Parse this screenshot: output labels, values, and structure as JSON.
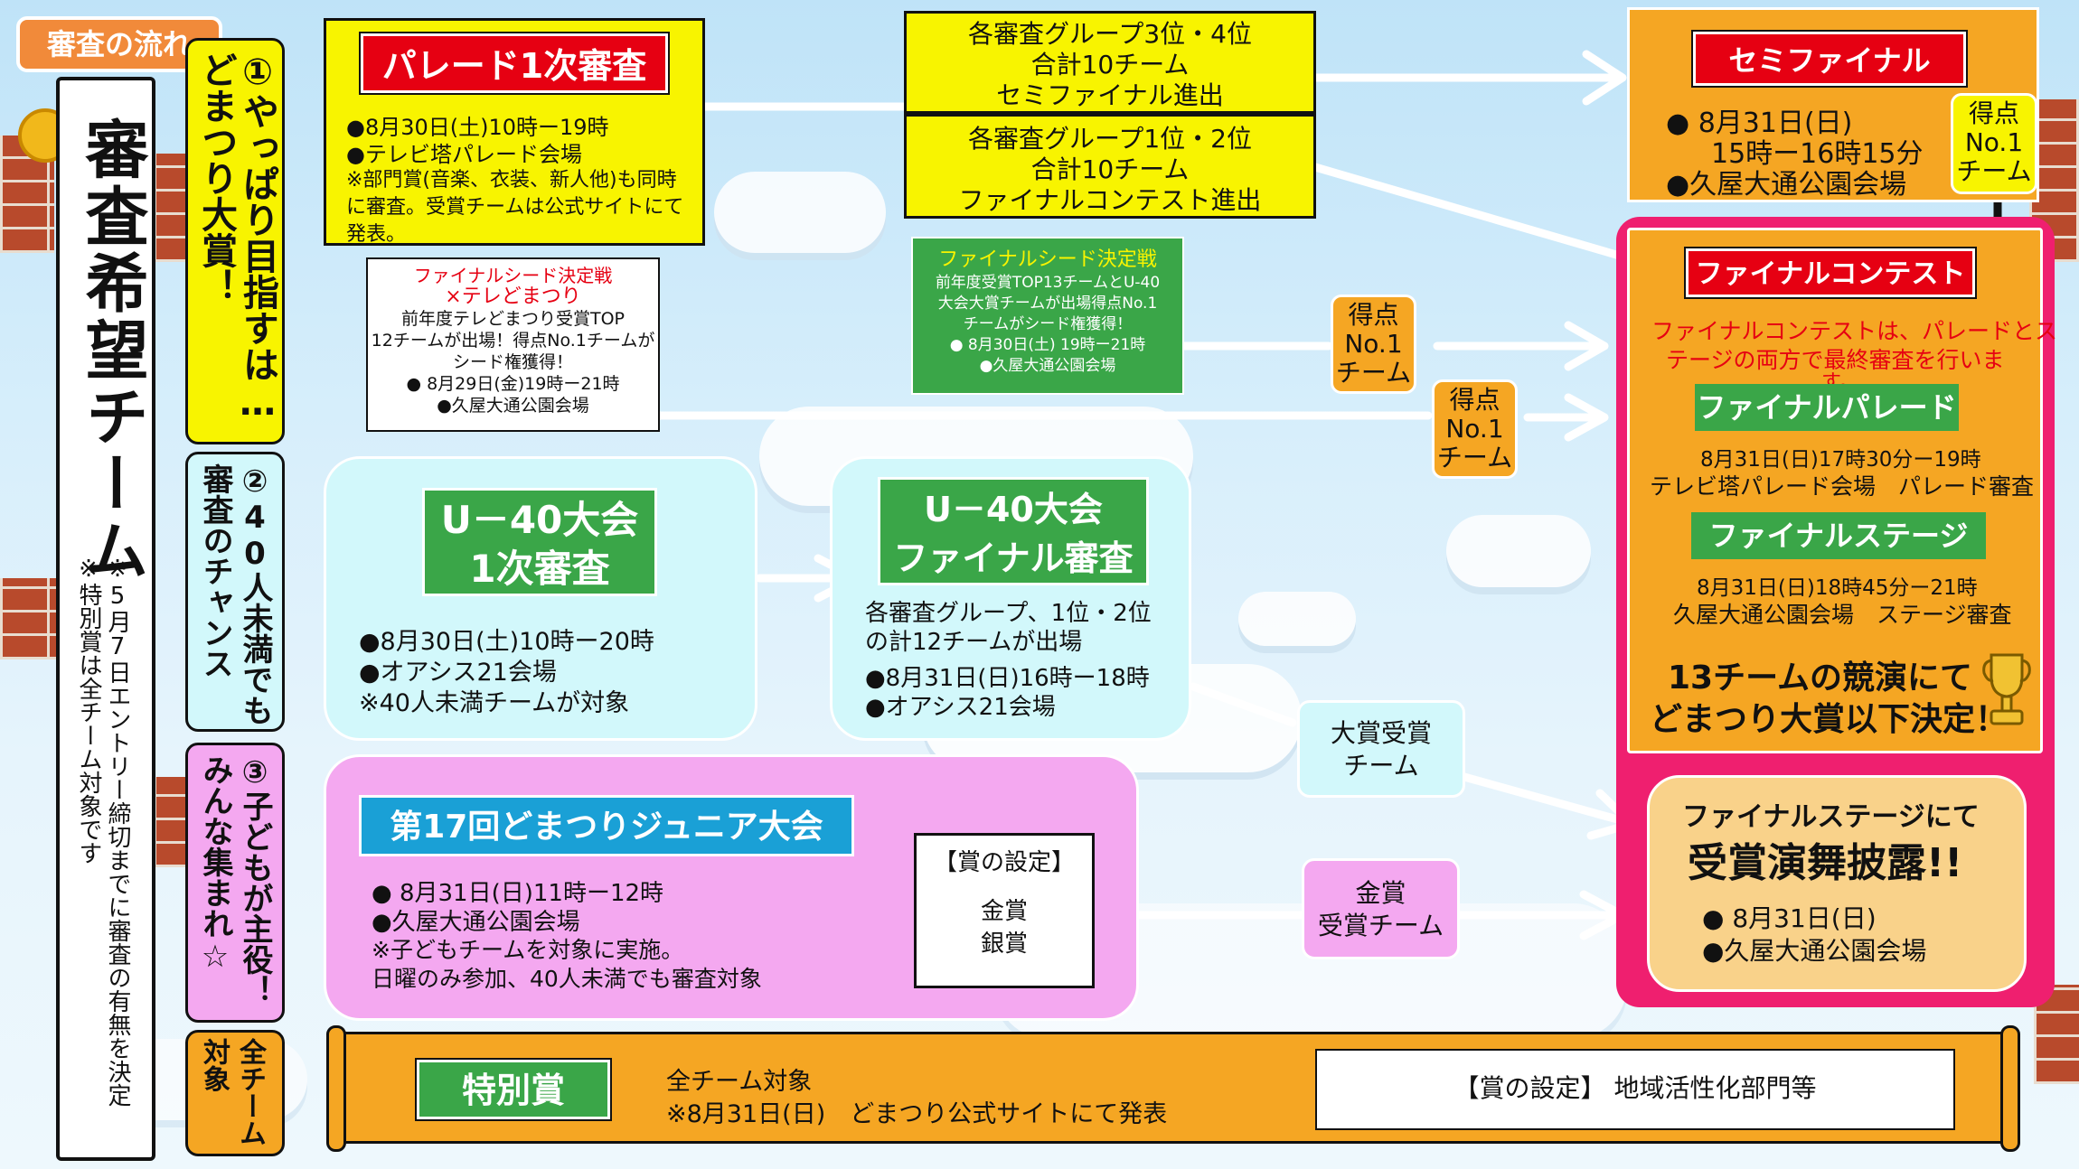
{
  "header_tag": "審査の流れ",
  "left_panel": {
    "title": "審査希望チーム",
    "note1": "※5月7日エントリー締切までに審査の有無を決定",
    "note2": "※特別賞は全チーム対象です"
  },
  "routes": {
    "r1": "①やっぱり目指すは…どまつり大賞！",
    "r2": "②40人未満でも審査のチャンス",
    "r3": "③子どもが主役！みんな集まれ☆",
    "r4": "全チーム対象"
  },
  "parade": {
    "title": "パレード1次審査",
    "l1": "●8月30日(土)10時ー19時",
    "l2": "●テレビ塔パレード会場",
    "l3": "※部門賞(音楽、衣装、新人他)も同時",
    "l4": "に審査。受賞チームは公式サイトにて",
    "l5": "発表。"
  },
  "result_top": {
    "l1": "各審査グループ3位・4位",
    "l2": "合計10チーム",
    "l3": "セミファイナル進出"
  },
  "result_bottom": {
    "l1": "各審査グループ1位・2位",
    "l2": "合計10チーム",
    "l3": "ファイナルコンテスト進出"
  },
  "semi": {
    "title": "セミファイナル",
    "l1": "● 8月31日(日)",
    "l2": "15時ー16時15分",
    "l3": "●久屋大通公園会場",
    "score": [
      "得点",
      "No.1",
      "チーム"
    ]
  },
  "tv_seed": {
    "l1": "ファイナルシード決定戦",
    "l2": "×テレどまつり",
    "l3": "前年度テレどまつり受賞TOP",
    "l4": "12チームが出場！得点No.1チームが",
    "l5": "シード権獲得！",
    "l6": "● 8月29日(金)19時ー21時",
    "l7": "●久屋大通公園会場"
  },
  "green_seed": {
    "l1": "ファイナルシード決定戦",
    "l2": "前年度受賞TOP13チームとU-40",
    "l3": "大会大賞チームが出場得点No.1",
    "l4": "チームがシード権獲得！",
    "l5": "● 8月30日(土) 19時ー21時",
    "l6": "●久屋大通公園会場"
  },
  "score_a": [
    "得点",
    "No.1",
    "チーム"
  ],
  "score_b": [
    "得点",
    "No.1",
    "チーム"
  ],
  "u40_first": {
    "t1": "U－40大会",
    "t2": "1次審査",
    "l1": "●8月30日(土)10時ー20時",
    "l2": "●オアシス21会場",
    "l3": "※40人未満チームが対象"
  },
  "u40_final": {
    "t1": "U－40大会",
    "t2": "ファイナル審査",
    "l1": "各審査グループ、1位・2位",
    "l2": "の計12チームが出場",
    "l3": "●8月31日(日)16時ー18時",
    "l4": "●オアシス21会場"
  },
  "grand_prize": [
    "大賞受賞",
    "チーム"
  ],
  "gold_prize": [
    "金賞",
    "受賞チーム"
  ],
  "final": {
    "title": "ファイナルコンテスト",
    "desc1": "ファイナルコンテストは、パレードとス",
    "desc2": "テージの両方で最終審査を行いま",
    "desc3": "す。",
    "parade_title": "ファイナルパレード",
    "p1": "8月31日(日)17時30分ー19時",
    "p2": "テレビ塔パレード会場　パレード審査",
    "stage_title": "ファイナルステージ",
    "s1": "8月31日(日)18時45分ー21時",
    "s2": "久屋大通公園会場　ステージ審査",
    "closing1": "13チームの競演にて",
    "closing2": "どまつり大賞以下決定！"
  },
  "award_show": {
    "t1": "ファイナルステージにて",
    "t2": "受賞演舞披露!!",
    "l1": "● 8月31日(日)",
    "l2": "●久屋大通公園会場"
  },
  "junior": {
    "title": "第17回どまつりジュニア大会",
    "l1": "● 8月31日(日)11時ー12時",
    "l2": "●久屋大通公園会場",
    "l3": "※子どもチームを対象に実施。",
    "l4": "日曜のみ参加、40人未満でも審査対象",
    "award_head": "【賞の設定】",
    "award1": "金賞",
    "award2": "銀賞"
  },
  "special": {
    "title": "特別賞",
    "l1": "全チーム対象",
    "l2": "※8月31日(日)　どまつり公式サイトにて発表",
    "award": "【賞の設定】 地域活性化部門等"
  },
  "colors": {
    "yellow": "#f8f400",
    "orange": "#f5a623",
    "red": "#e60012",
    "pink": "#f4a8f0",
    "green": "#3aa648",
    "aqua": "#d2f8fb",
    "magenta": "#ef1f6f",
    "brick": "#b84a2c",
    "sky": "#bfe3f8"
  }
}
